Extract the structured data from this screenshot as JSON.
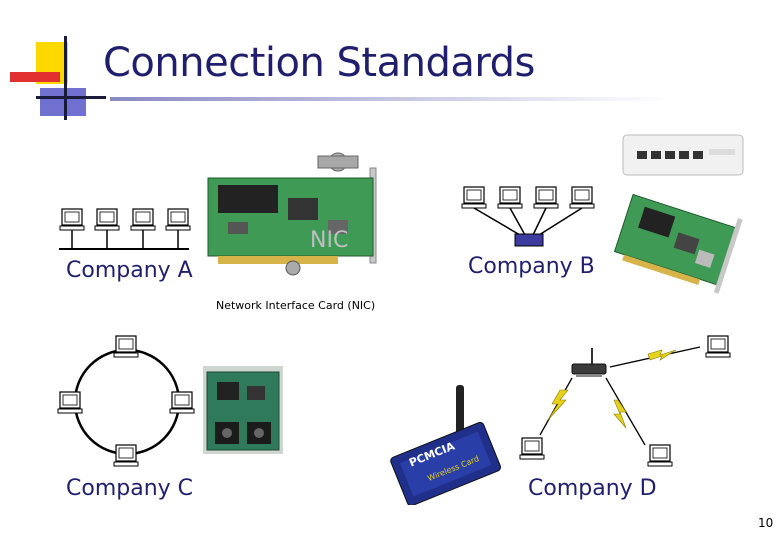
{
  "slide": {
    "title": "Connection Standards",
    "page_number": "10"
  },
  "labels": {
    "company_a": "Company A",
    "company_b": "Company B",
    "company_c": "Company C",
    "company_d": "Company D",
    "nic_caption": "Network Interface Card (NIC)"
  },
  "images": {
    "bnc_nic": "NIC",
    "pcmcia_line1": "PCMCIA",
    "pcmcia_line2": "Wireless Card"
  },
  "colors": {
    "title": "#1f1f6e",
    "hub": "#3b3ba0",
    "bolt": "#e6d21c",
    "pcb": "#2f8a4a"
  }
}
